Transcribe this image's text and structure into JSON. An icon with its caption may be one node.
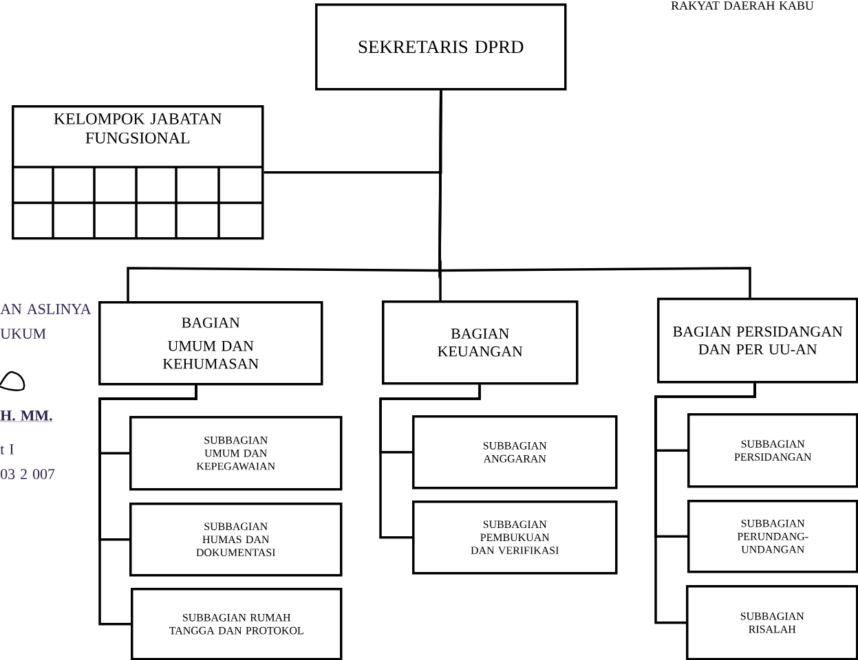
{
  "diagram": {
    "nodes": [
      {
        "text": [
          "SEKRETARIS DPRD"
        ]
      },
      {
        "text": [
          "KELOMPOK JABATAN FUNGSIONAL"
        ]
      },
      {
        "text": [
          "BAGIAN",
          "UMUM DAN KEHUMASAN"
        ]
      },
      {
        "text": [
          "BAGIAN KEUANGAN"
        ]
      },
      {
        "text": [
          "BAGIAN PERSIDANGAN DAN PER UU-AN"
        ]
      },
      {
        "text": [
          "SUBBAGIAN UMUM DAN KEPEGAWAIAN"
        ]
      },
      {
        "text": [
          "SUBBAGIAN HUMAS DAN DOKUMENTASI"
        ]
      },
      {
        "text": [
          "SUBBAGIAN RUMAH TANGGA DAN PROTOKOL"
        ]
      },
      {
        "text": [
          "SUBBAGIAN ANGGARAN"
        ]
      },
      {
        "text": [
          "SUBBAGIAN PEMBUKUAN DAN VERIFIKASI"
        ]
      },
      {
        "text": [
          "SUBBAGIAN PERSIDANGAN"
        ]
      },
      {
        "text": [
          "SUBBAGIAN PERUNDANG-UNDANGAN"
        ]
      },
      {
        "text": [
          "SUBBAGIAN RISALAH"
        ]
      }
    ],
    "edges": [
      {
        "from": 0,
        "to": 1,
        "arrow": "none"
      },
      {
        "from": 0,
        "to": 2,
        "arrow": "none"
      },
      {
        "from": 0,
        "to": 3,
        "arrow": "none"
      },
      {
        "from": 0,
        "to": 4,
        "arrow": "none"
      },
      {
        "from": 2,
        "to": 5,
        "arrow": "none"
      },
      {
        "from": 2,
        "to": 6,
        "arrow": "none"
      },
      {
        "from": 2,
        "to": 7,
        "arrow": "none"
      },
      {
        "from": 3,
        "to": 8,
        "arrow": "none"
      },
      {
        "from": 3,
        "to": 9,
        "arrow": "none"
      },
      {
        "from": 4,
        "to": 10,
        "arrow": "none"
      },
      {
        "from": 4,
        "to": 11,
        "arrow": "none"
      },
      {
        "from": 4,
        "to": 12,
        "arrow": "none"
      }
    ],
    "labels": [
      "RAKYAT DAERAH KABU",
      "AN ASLINYA",
      "UKUM",
      "H. MM.",
      "t I",
      "03 2 007"
    ]
  }
}
